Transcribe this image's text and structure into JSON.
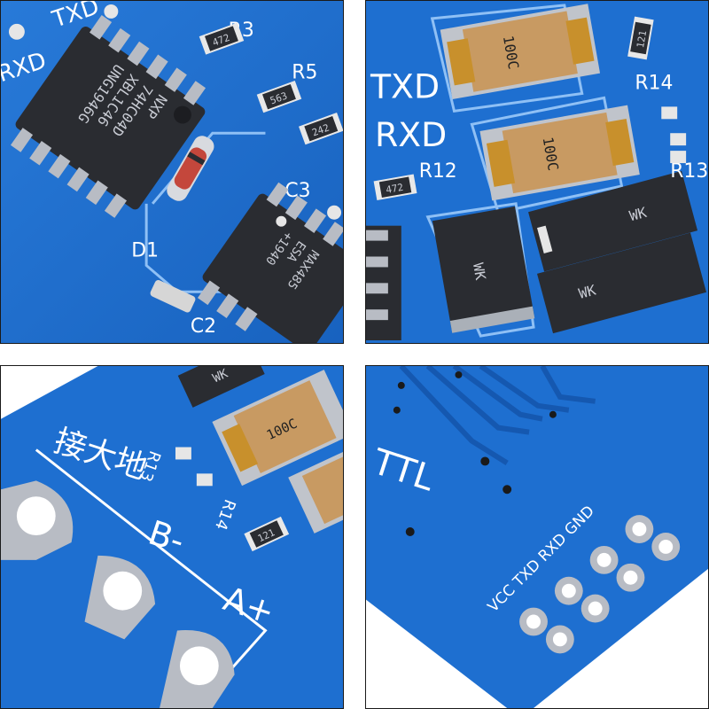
{
  "panels": {
    "top_left": {
      "silk": {
        "rxd": "RXD",
        "txd": "TXD",
        "r3": "R3",
        "r5": "R5",
        "d1": "D1",
        "c2": "C2",
        "c3": "C3"
      },
      "chip1": {
        "l1": "NXP",
        "l2": "74HC04D",
        "l3": "XBL1C46",
        "l4": "UNG1946G"
      },
      "chip2": {
        "l1": "MAX485",
        "l2": "ESA",
        "l3": "+1940"
      },
      "resistors": {
        "r3": "472",
        "r5": "563",
        "rx": "242"
      }
    },
    "top_right": {
      "silk": {
        "txd": "TXD",
        "rxd": "RXD",
        "r12": "R12",
        "r14": "R14",
        "r13": "R13"
      },
      "caps": {
        "c1": "100C",
        "c2": "100C"
      },
      "diodes": {
        "d1": "WK",
        "d2": "WK",
        "d3": "WK"
      },
      "resistors": {
        "r14": "121",
        "r12": "472"
      }
    },
    "bottom_left": {
      "silk": {
        "ground": "接大地",
        "bminus": "B-",
        "aplus": "A+",
        "r13": "R13",
        "r14": "R14"
      },
      "cap": "100C",
      "diode": "WK",
      "resistor": "121"
    },
    "bottom_right": {
      "silk": {
        "ttl": "TTL",
        "pins": "VCC TXD RXD GND"
      }
    }
  },
  "colors": {
    "pcb_blue": "#1e6fd0",
    "pcb_dark": "#1558b0",
    "chip_black": "#2a2c31",
    "solder": "#b8bcc4",
    "cap_tan": "#c89a62",
    "gold": "#c8902c"
  }
}
